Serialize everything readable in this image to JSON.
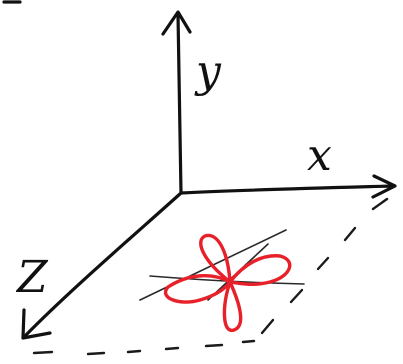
{
  "axes": {
    "y_label": "y",
    "x_label": "x",
    "z_label": "Z"
  },
  "colors": {
    "ink": "#111111",
    "lobes": "#e8202a"
  }
}
